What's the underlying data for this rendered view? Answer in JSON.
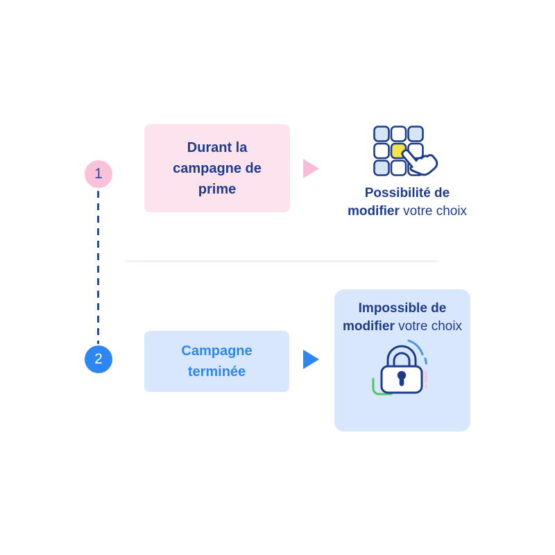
{
  "steps": [
    {
      "badge": "1",
      "card_label": "Durant la campagne de prime",
      "arrow_icon": "triangle-right-icon",
      "result_icon": "keypad-tap-icon",
      "result": [
        {
          "text": "Possibilité de modifier",
          "bold": true
        },
        {
          "text": " votre choix",
          "bold": false
        }
      ]
    },
    {
      "badge": "2",
      "card_label": "Campagne terminée",
      "arrow_icon": "triangle-right-icon",
      "result_icon": "padlock-icon",
      "result": [
        {
          "text": "Impossible de modifier",
          "bold": true
        },
        {
          "text": " votre choix",
          "bold": false
        }
      ]
    }
  ],
  "colors": {
    "navy": "#1d3c8c",
    "bright_blue": "#2e86f0",
    "light_blue_card": "#d8e7fb",
    "light_blue_key": "#d6e4f8",
    "light_pink_card": "#fde3ee",
    "pink_badge": "#f9c2d8",
    "pink_arrow": "#f9bcd7",
    "yellow_key": "#f6e34c",
    "green_accent": "#4ec46f",
    "blue_accent": "#4a90f5",
    "divider_gray": "#eef1f5"
  }
}
